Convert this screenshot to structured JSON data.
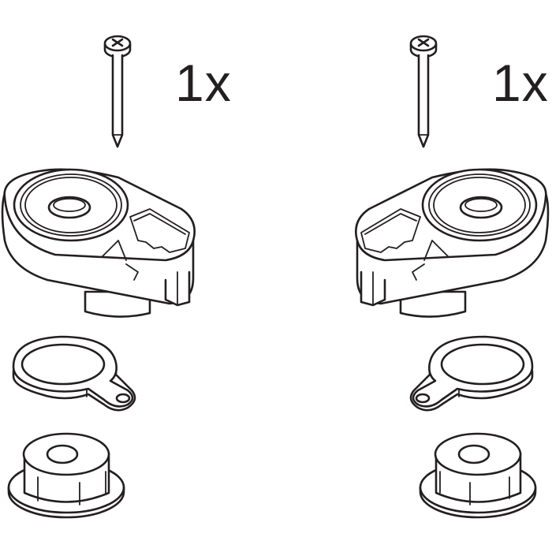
{
  "diagram": {
    "type": "exploded parts view",
    "background": "#ffffff",
    "line_color": "#231f20",
    "sets": [
      {
        "side": "left",
        "screw": {
          "icon": "phillips-screw-icon",
          "quantity_label": "1x"
        },
        "housing": {
          "icon": "hinge-housing-icon",
          "orientation": "opening-right"
        },
        "ring": {
          "icon": "ring-washer-with-tab-icon",
          "tab_direction": "right"
        },
        "nut": {
          "icon": "flanged-nut-icon"
        }
      },
      {
        "side": "right",
        "screw": {
          "icon": "phillips-screw-icon",
          "quantity_label": "1x"
        },
        "housing": {
          "icon": "hinge-housing-icon",
          "orientation": "opening-left"
        },
        "ring": {
          "icon": "ring-washer-with-tab-icon",
          "tab_direction": "left"
        },
        "nut": {
          "icon": "flanged-nut-icon"
        }
      }
    ]
  }
}
